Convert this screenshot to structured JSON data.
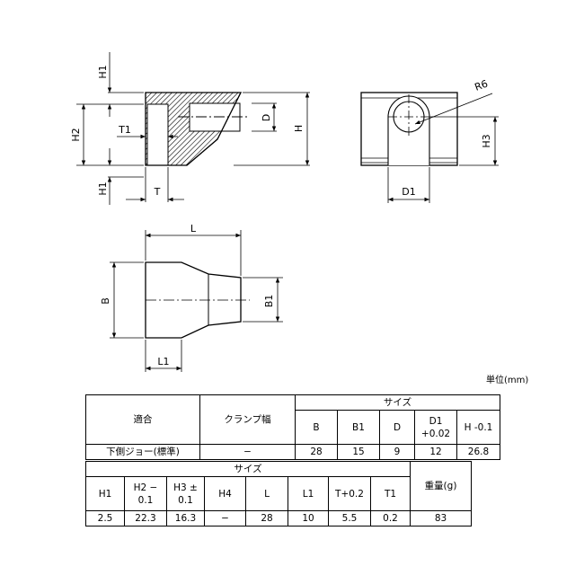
{
  "drawing": {
    "front": {
      "h1_top": "H1",
      "h2": "H2",
      "t1": "T1",
      "h1_bottom": "H1",
      "t": "T",
      "d": "D",
      "h": "H"
    },
    "side": {
      "r6": "R6",
      "h3": "H3",
      "d1": "D1"
    },
    "top": {
      "l": "L",
      "b": "B",
      "b1": "B1",
      "l1": "L1"
    }
  },
  "unit_label": "単位(mm)",
  "table1": {
    "header": {
      "fit": "適合",
      "clamp_width": "クランプ幅",
      "size": "サイズ",
      "cols": [
        "B",
        "B1",
        "D",
        "D1\n+0.02",
        "H -0.1"
      ]
    },
    "row": {
      "fit": "下側ジョー(標準)",
      "clamp_width": "−",
      "values": [
        "28",
        "15",
        "9",
        "12",
        "26.8"
      ]
    }
  },
  "table2": {
    "header": {
      "size": "サイズ",
      "weight": "重量(g)",
      "cols": [
        "H1",
        "H2 −\n0.1",
        "H3 ±\n0.1",
        "H4",
        "L",
        "L1",
        "T+0.2",
        "T1"
      ]
    },
    "row": {
      "values": [
        "2.5",
        "22.3",
        "16.3",
        "−",
        "28",
        "10",
        "5.5",
        "0.2"
      ],
      "weight": "83"
    }
  }
}
